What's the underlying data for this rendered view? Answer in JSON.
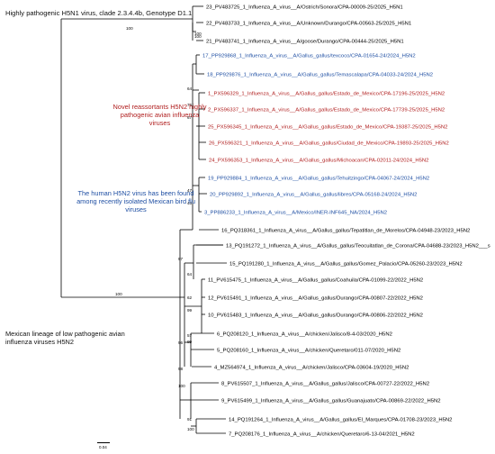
{
  "annotations": {
    "top": "Highly pathogenic H5N1 virus, clade 2.3.4.4b, Genotype D1.1",
    "novel": "Novel reassortants H5N2 highly pathogenic avian influenza viruses",
    "human": "The human H5N2 virus has been found among recently isolated Mexican bird flu viruses",
    "mexican": "Mexican lineage of low pathogenic avian influenza viruses H5N2"
  },
  "scale_label": "0.04",
  "colors": {
    "black": "#000000",
    "red": "#b01e1e",
    "blue": "#1f4fa3"
  },
  "leaves": [
    {
      "label": "23_PV483725_1_Influenza_A_virus__A/Ostrich/Sonora/CPA-00009-25/2025_H5N1",
      "color": "black"
    },
    {
      "label": "22_PV483733_1_Influenza_A_virus__A/Unknown/Durango/CPA-00563-25/2025_H5N1",
      "color": "black"
    },
    {
      "label": "21_PV483741_1_Influenza_A_virus__A/goose/Durango/CPA-00444-25/2025_H5N1",
      "color": "black"
    },
    {
      "label": "17_PP929868_1_Influenza_A_virus__A/Gallus_gallus/texcoco/CPA-01654-24/2024_H5N2",
      "color": "blue"
    },
    {
      "label": "18_PP929876_1_Influenza_A_virus__A/Gallus_gallus/Temascalapa/CPA-04033-24/2024_H5N2",
      "color": "blue"
    },
    {
      "label": "1_PX596329_1_Influenza_A_virus__A/Gallus_gallus/Estado_de_Mexico/CPA-17196-25/2025_H5N2",
      "color": "red"
    },
    {
      "label": "2_PX596337_1_Influenza_A_virus__A/Gallus_gallus/Estado_de_Mexico/CPA-17739-25/2025_H5N2",
      "color": "red"
    },
    {
      "label": "25_PX596345_1_Influenza_A_virus__A/Gallus_gallus/Estado_de_Mexico/CPA-19387-25/2025_H5N2",
      "color": "red"
    },
    {
      "label": "26_PX596321_1_Influenza_A_virus__A/Gallus_gallus/Ciudad_de_Mexico/CPA-19893-25/2025_H5N2",
      "color": "red"
    },
    {
      "label": "24_PX596353_1_Influenza_A_virus__A/Gallus_gallus/Michoacan/CPA-02011-24/2024_H5N2",
      "color": "red"
    },
    {
      "label": "19_PP929884_1_Influenza_A_virus__A/Gallus_gallus/Tehuitzingo/CPA-04067-24/2024_H5N2",
      "color": "blue"
    },
    {
      "label": "20_PP929892_1_Influenza_A_virus__A/Gallus_gallus/libres/CPA-05168-24/2024_H5N2",
      "color": "blue"
    },
    {
      "label": "3_PP886233_1_Influenza_A_virus__A/Mexico/INER-INF645_NA/2024_H5N2",
      "color": "blue"
    },
    {
      "label": "16_PQ318361_1_Influenza_A_virus__A/Gallus_gallus/Tepatitlan_de_Morelos/CPA-04948-23/2023_H5N2",
      "color": "black"
    },
    {
      "label": "13_PQ191272_1_Influenza_A_virus__A/Gallus_gallus/Teocuitatlan_de_Corona/CPA-04688-23/2023_H5N2___s",
      "color": "black"
    },
    {
      "label": "15_PQ191280_1_Influenza_A_virus__A/Gallus_gallus/Gomez_Palacio/CPA-05260-23/2023_H5N2",
      "color": "black"
    },
    {
      "label": "11_PV615475_1_Influenza_A_virus__A/Gallus_gallus/Coahuila/CPA-01099-22/2022_H5N2",
      "color": "black"
    },
    {
      "label": "12_PV615491_1_Influenza_A_virus__A/Gallus_gallus/Durango/CPA-00807-22/2022_H5N2",
      "color": "black"
    },
    {
      "label": "10_PV615483_1_Influenza_A_virus__A/Gallus_gallus/Durango/CPA-00806-22/2022_H5N2",
      "color": "black"
    },
    {
      "label": "6_PQ208120_1_Influenza_A_virus__A/chicken/Jalisco/8-4-03/2020_H5N2",
      "color": "black"
    },
    {
      "label": "5_PQ208160_1_Influenza_A_virus__A/chicken/Queretaro/011-07/2020_H5N2",
      "color": "black"
    },
    {
      "label": "4_MZ564974_1_Influenza_A_virus__A/chicken/Jalisco/CPA-03604-19/2020_H5N2",
      "color": "black"
    },
    {
      "label": "8_PV615507_1_Influenza_A_virus__A/Gallus_gallus/Jalisco/CPA-00727-22/2022_H5N2",
      "color": "black"
    },
    {
      "label": "9_PV615499_1_Influenza_A_virus__A/Gallus_gallus/Guanajuato/CPA-00869-22/2022_H5N2",
      "color": "black"
    },
    {
      "label": "14_PQ191264_1_Influenza_A_virus__A/Gallus_gallus/El_Marques/CPA-01708-23/2023_H5N2",
      "color": "black"
    },
    {
      "label": "7_PQ208176_1_Influenza_A_virus__A/chicken/Queretaro/6-13-04/2021_H5N2",
      "color": "black"
    }
  ],
  "bootstrap": [
    "100",
    "100",
    "100",
    "64",
    "76",
    "67",
    "47",
    "43",
    "97",
    "64",
    "99",
    "62",
    "57",
    "99",
    "96",
    "98",
    "100",
    "100",
    "91",
    "100"
  ]
}
